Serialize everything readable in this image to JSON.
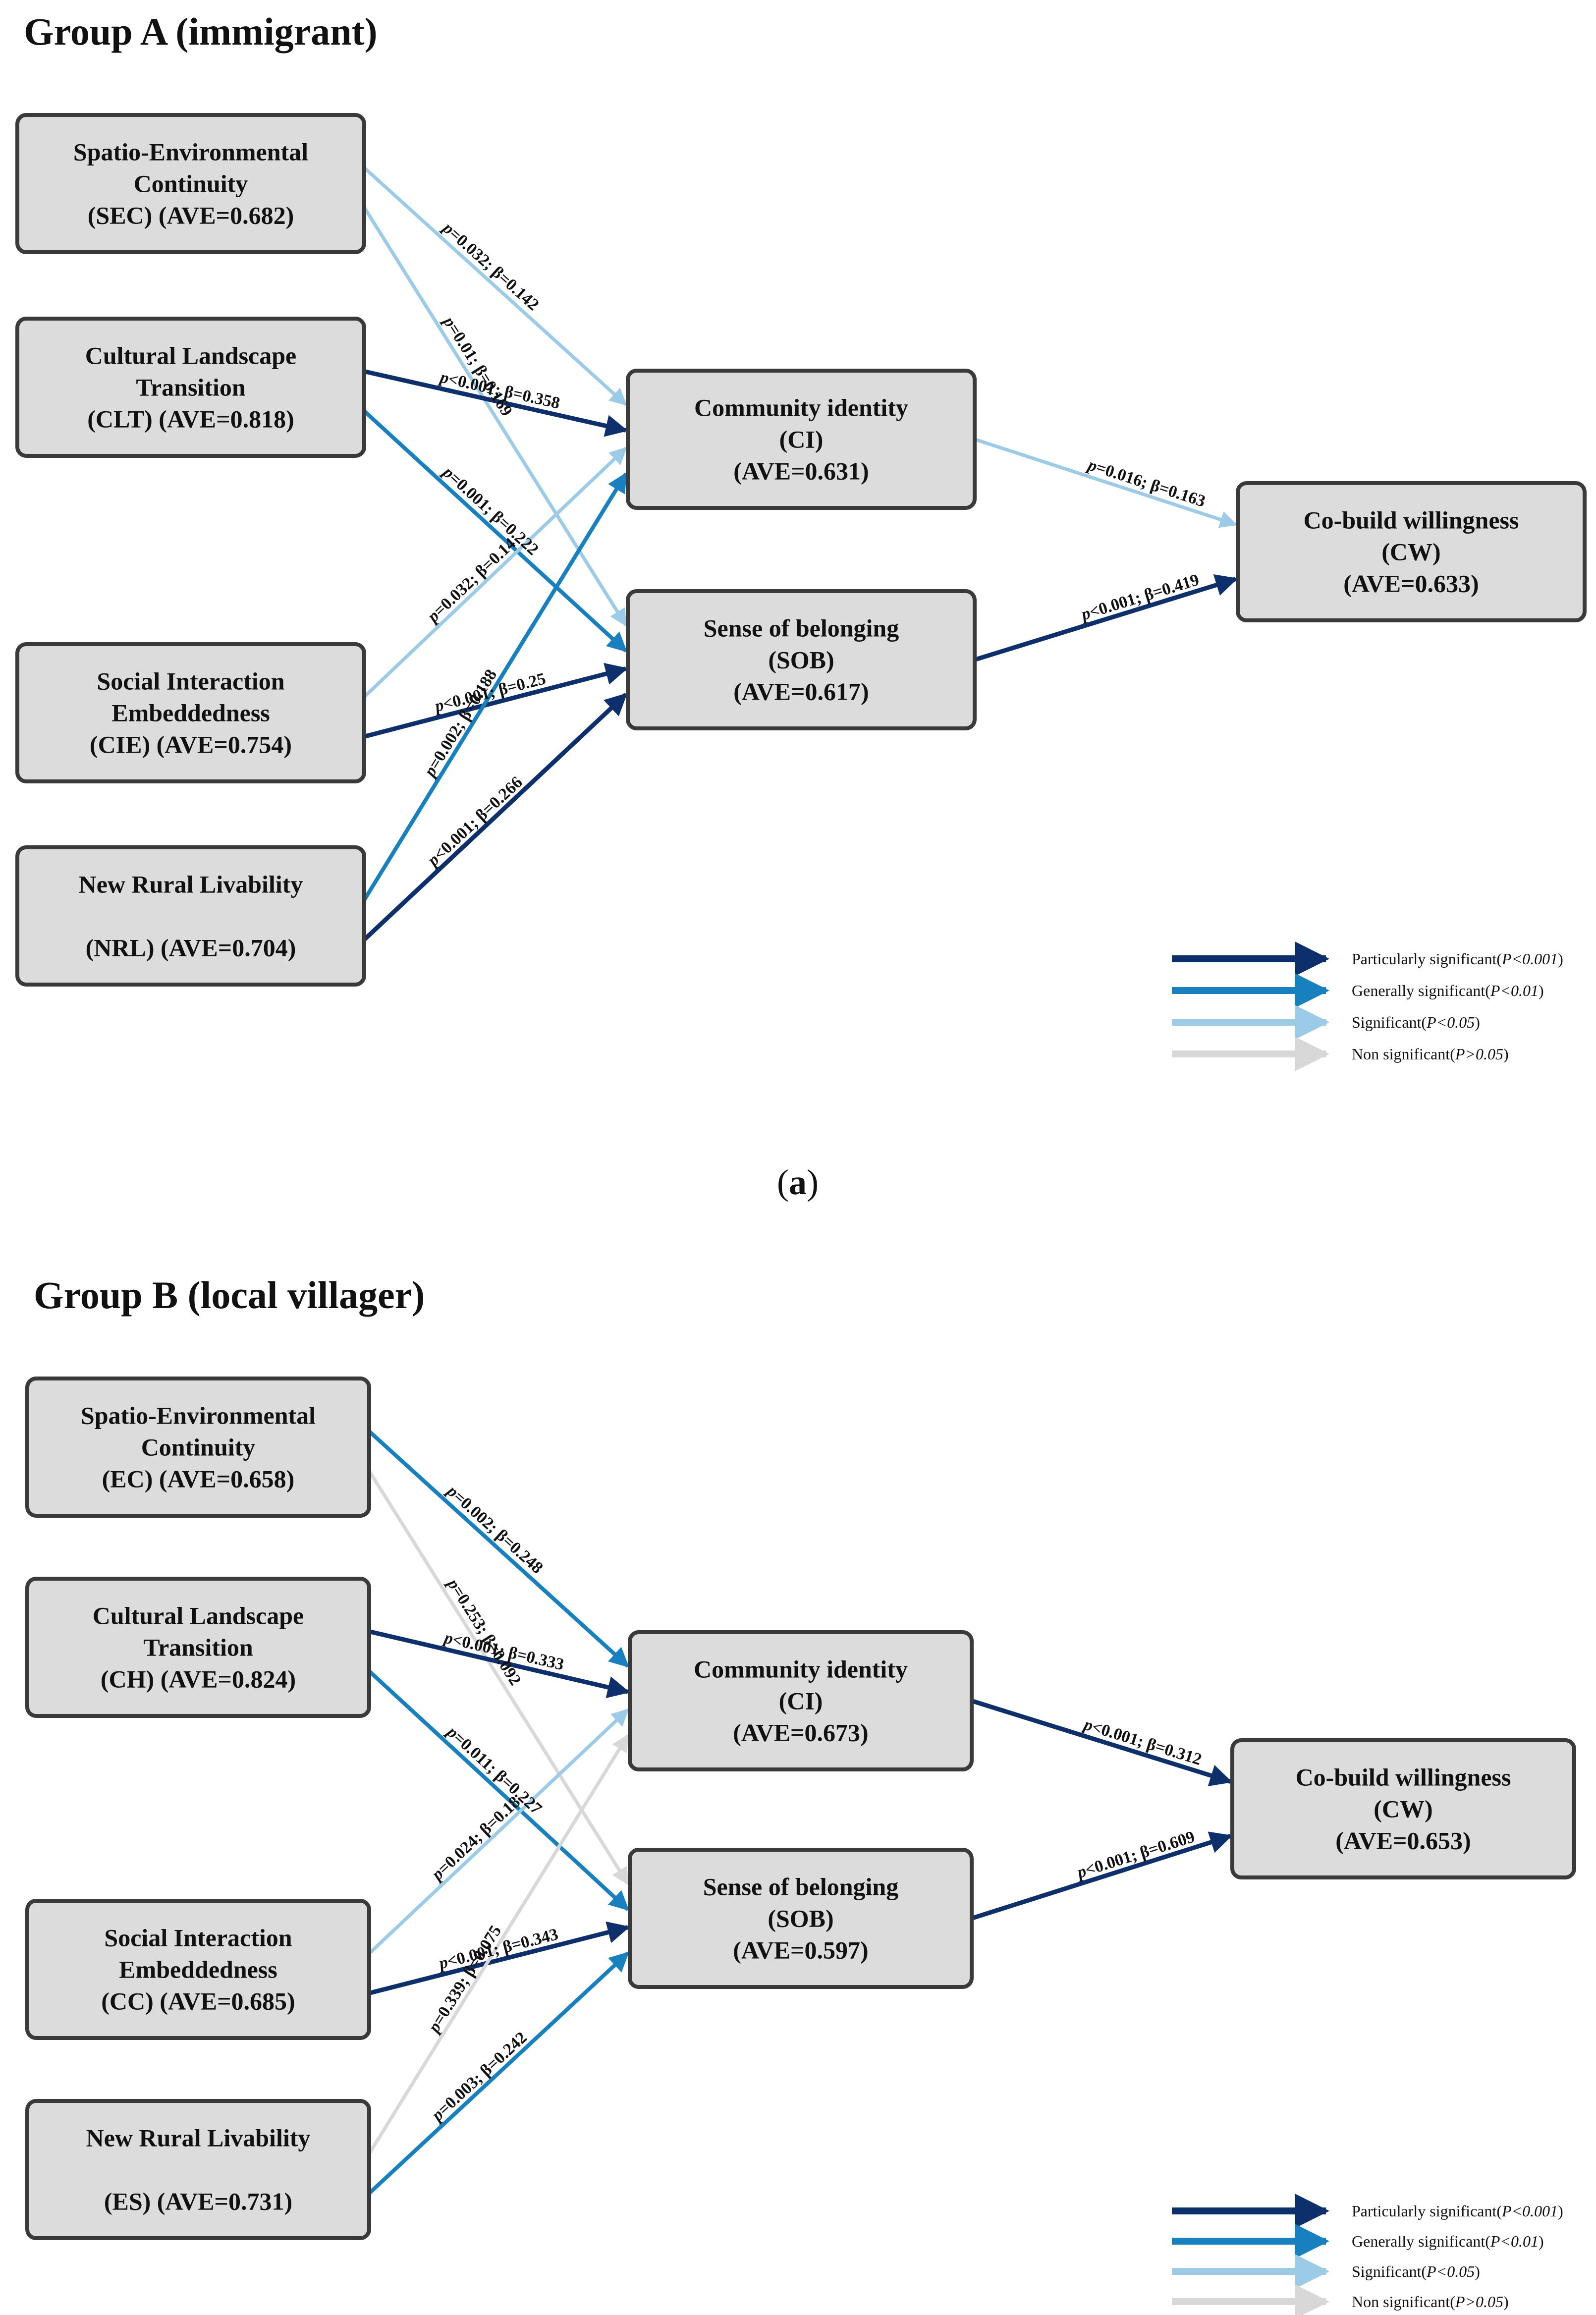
{
  "colors": {
    "particularly": "#0d2f6b",
    "generally": "#1880be",
    "significant": "#9ccbe8",
    "nonsig": "#d8d8d8"
  },
  "caption": {
    "open": "(",
    "letter": "a",
    "close": ")"
  },
  "panels": [
    {
      "id": "A",
      "title": "Group A (immigrant)",
      "nodes": {
        "sec": [
          "Spatio-Environmental",
          "Continuity",
          "(SEC) (AVE=0.682)"
        ],
        "clt": [
          "Cultural Landscape",
          "Transition",
          "(CLT) (AVE=0.818)"
        ],
        "cie": [
          "Social Interaction",
          "Embeddedness",
          "(CIE) (AVE=0.754)"
        ],
        "nrl": [
          "New Rural Livability",
          "",
          "(NRL) (AVE=0.704)"
        ],
        "ci": [
          "Community identity",
          "(CI)",
          "(AVE=0.631)"
        ],
        "sob": [
          "Sense of belonging",
          "(SOB)",
          "(AVE=0.617)"
        ],
        "cw": [
          "Co-build willingness",
          "(CW)",
          "(AVE=0.633)"
        ]
      },
      "edges": [
        {
          "from": "sec",
          "to": "ci",
          "level": "significant",
          "p": "p=0.032; β=0.142"
        },
        {
          "from": "sec",
          "to": "sob",
          "level": "significant",
          "p": "p=0.01; β=0.169"
        },
        {
          "from": "clt",
          "to": "ci",
          "level": "particularly",
          "p": "p<0.001;  β=0.358"
        },
        {
          "from": "clt",
          "to": "sob",
          "level": "generally",
          "p": "p=0.001; β=0.222"
        },
        {
          "from": "cie",
          "to": "ci",
          "level": "significant",
          "p": "p=0.032; β=0.14"
        },
        {
          "from": "cie",
          "to": "sob",
          "level": "particularly",
          "p": "p<0.001;  β=0.25"
        },
        {
          "from": "nrl",
          "to": "ci",
          "level": "generally",
          "p": "p=0.002; β=0.188"
        },
        {
          "from": "nrl",
          "to": "sob",
          "level": "particularly",
          "p": "p<0.001; β=0.266"
        },
        {
          "from": "ci",
          "to": "cw",
          "level": "significant",
          "p": "p=0.016; β=0.163"
        },
        {
          "from": "sob",
          "to": "cw",
          "level": "particularly",
          "p": "p<0.001; β=0.419"
        }
      ],
      "legend": [
        {
          "level": "particularly",
          "label": "Particularly significant(",
          "cond": "P<0.001",
          "close": ")"
        },
        {
          "level": "generally",
          "label": "Generally significant(",
          "cond": "P<0.01",
          "close": ")"
        },
        {
          "level": "significant",
          "label": "Significant(",
          "cond": "P<0.05",
          "close": ")"
        },
        {
          "level": "nonsig",
          "label": "Non significant(",
          "cond": "P>0.05",
          "close": ")"
        }
      ]
    },
    {
      "id": "B",
      "title": "Group B (local villager)",
      "nodes": {
        "sec": [
          "Spatio-Environmental",
          "Continuity",
          "(EC) (AVE=0.658)"
        ],
        "clt": [
          "Cultural Landscape",
          "Transition",
          "(CH) (AVE=0.824)"
        ],
        "cie": [
          "Social Interaction",
          "Embeddedness",
          "(CC) (AVE=0.685)"
        ],
        "nrl": [
          "New Rural Livability",
          "",
          "(ES) (AVE=0.731)"
        ],
        "ci": [
          "Community identity",
          "(CI)",
          "(AVE=0.673)"
        ],
        "sob": [
          "Sense of belonging",
          "(SOB)",
          "(AVE=0.597)"
        ],
        "cw": [
          "Co-build willingness",
          "(CW)",
          "(AVE=0.653)"
        ]
      },
      "edges": [
        {
          "from": "sec",
          "to": "ci",
          "level": "generally",
          "p": "p=0.002; β=0.248"
        },
        {
          "from": "sec",
          "to": "sob",
          "level": "nonsig",
          "p": "p=0.253; β=0.092"
        },
        {
          "from": "clt",
          "to": "ci",
          "level": "particularly",
          "p": "p<0.001;  β=0.333"
        },
        {
          "from": "clt",
          "to": "sob",
          "level": "generally",
          "p": "p=0.011; β=0.227"
        },
        {
          "from": "cie",
          "to": "ci",
          "level": "significant",
          "p": "p=0.024; β=0.18"
        },
        {
          "from": "cie",
          "to": "sob",
          "level": "particularly",
          "p": "p<0.001;  β=0.343"
        },
        {
          "from": "nrl",
          "to": "ci",
          "level": "nonsig",
          "p": "p=0.339; β=0.075"
        },
        {
          "from": "nrl",
          "to": "sob",
          "level": "generally",
          "p": "p=0.003; β=0.242"
        },
        {
          "from": "ci",
          "to": "cw",
          "level": "particularly",
          "p": "p<0.001; β=0.312"
        },
        {
          "from": "sob",
          "to": "cw",
          "level": "particularly",
          "p": "p<0.001; β=0.609"
        }
      ],
      "legend": [
        {
          "level": "particularly",
          "label": "Particularly significant(",
          "cond": "P<0.001",
          "close": ")"
        },
        {
          "level": "generally",
          "label": "Generally significant(",
          "cond": "P<0.01",
          "close": ")"
        },
        {
          "level": "significant",
          "label": "Significant(",
          "cond": "P<0.05",
          "close": ")"
        },
        {
          "level": "nonsig",
          "label": "Non significant(",
          "cond": "P>0.05",
          "close": ")"
        }
      ]
    }
  ]
}
